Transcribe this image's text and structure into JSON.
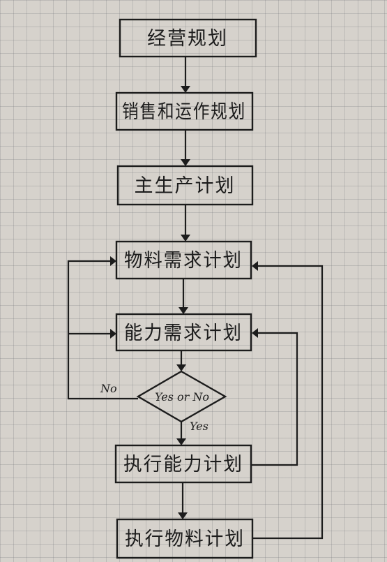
{
  "nodes": {
    "business_planning": "经营规划",
    "sales_operations_planning": "销售和运作规划",
    "master_production_schedule": "主生产计划",
    "material_requirements_planning": "物料需求计划",
    "capacity_requirements_planning": "能力需求计划",
    "decision": "Yes or No",
    "execute_capacity_plan": "执行能力计划",
    "execute_material_plan": "执行物料计划"
  },
  "edges": {
    "yes_label": "Yes",
    "no_label": "No"
  }
}
